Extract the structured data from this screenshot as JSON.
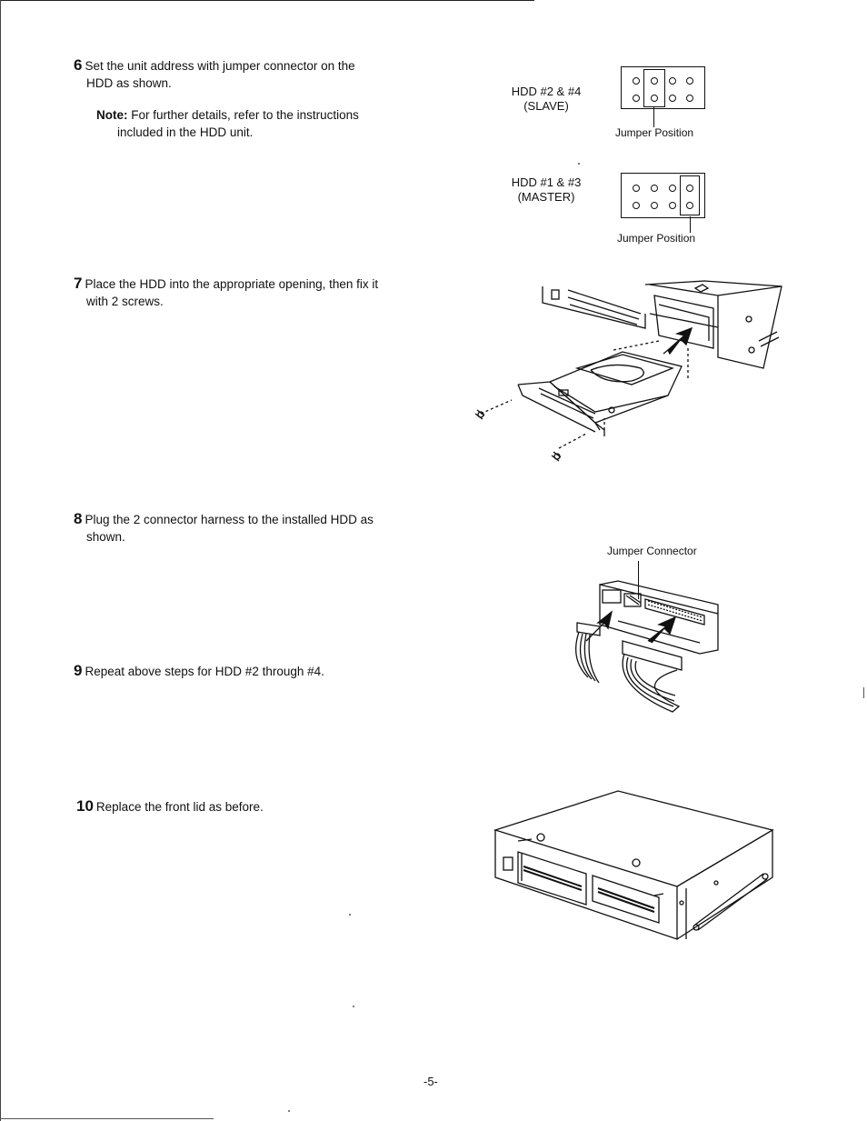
{
  "steps": [
    {
      "number": "6",
      "line1": "Set the unit address with jumper connector on the",
      "line2": "HDD as shown."
    },
    {
      "number": "7",
      "line1": "Place the HDD into the appropriate opening, then fix it",
      "line2": "with 2 screws."
    },
    {
      "number": "8",
      "line1": "Plug the 2 connector harness to the installed HDD as",
      "line2": "shown."
    },
    {
      "number": "9",
      "line1": "Repeat above steps for HDD #2 through #4."
    },
    {
      "number": "10",
      "line1": "Replace the front lid as before."
    }
  ],
  "note": {
    "label": "Note:",
    "line1": "For further details, refer to the instructions",
    "line2": "included in the HDD unit."
  },
  "jumpers": [
    {
      "line1": "HDD #2 & #4",
      "line2": "(SLAVE)",
      "caption": "Jumper Position"
    },
    {
      "line1": "HDD #1 & #3",
      "line2": "(MASTER)",
      "caption": "Jumper Position"
    }
  ],
  "connector_label": "Jumper Connector",
  "page_number": "-5-"
}
